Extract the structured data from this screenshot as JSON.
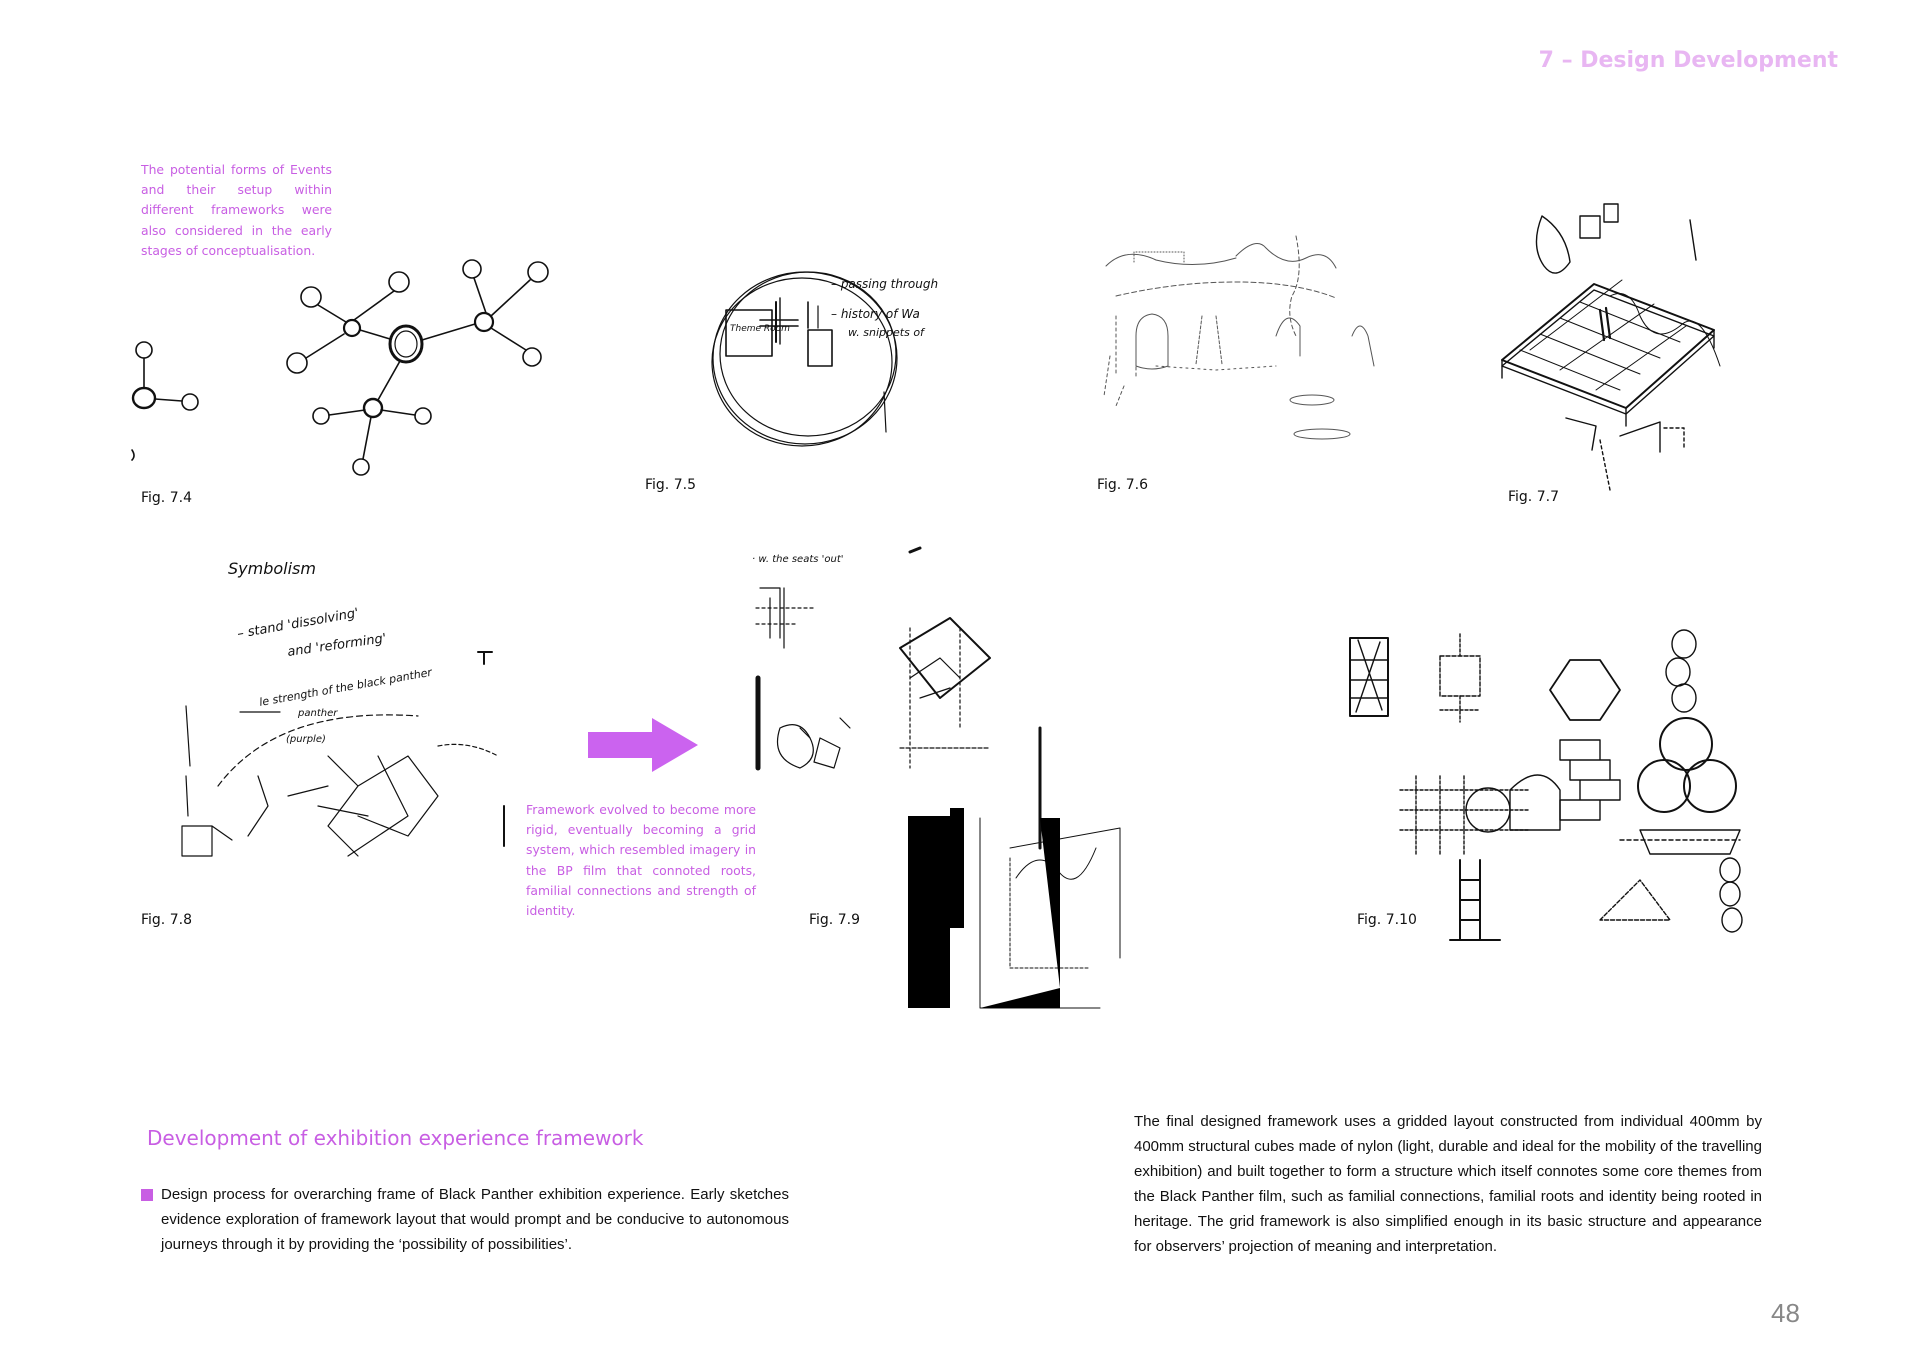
{
  "header": {
    "title": "7 – Design Development"
  },
  "notes": {
    "events": "The potential forms of Events and their setup within different frameworks were also considered in the early stages of conceptualisation.",
    "framework": "Framework evolved to become more rigid, eventually becoming a grid system, which resembled imagery in the BP film that connoted roots, familial connections and strength of identity."
  },
  "figures": {
    "f74": "Fig. 7.4",
    "f75": "Fig. 7.5",
    "f76": "Fig. 7.6",
    "f77": "Fig. 7.7",
    "f78": "Fig. 7.8",
    "f79": "Fig. 7.9",
    "f710": "Fig. 7.10"
  },
  "sketch_text": {
    "fig75": {
      "passing": "– passing through",
      "history": "– history of Wa",
      "snippets": "w. snippets of",
      "theme_room": "Theme Room"
    },
    "fig78": {
      "symbolism": "Symbolism",
      "dissolving": "– stand 'dissolving'",
      "reforming": "and 'reforming'",
      "strength": "le strength of the black panther",
      "panther": "panther",
      "purple": "(purple)"
    },
    "fig79": {
      "seats": "· w. the seats 'out'"
    }
  },
  "section": {
    "heading": "Development of exhibition experience framework",
    "bullet": "Design process for overarching frame of Black Panther exhibition experience. Early sketches evidence exploration of framework layout that would prompt and be conducive to autonomous journeys through it by providing the ‘possibility of possibilities’.",
    "body": "The final designed framework uses a gridded layout constructed from individual 400mm by 400mm structural cubes made of nylon (light, durable and ideal for the mobility of the travelling exhibition) and built together to form a structure which itself connotes some core themes from the Black Panther film, such as familial connections, familial roots and identity being rooted in heritage. The grid framework is also simplified enough in its basic structure and appearance for observers’ projection of meaning and interpretation."
  },
  "page_number": "48",
  "colors": {
    "accent": "#c85ee3",
    "header": "#e8b6f2",
    "page_number": "#888888"
  },
  "icons": {
    "arrow": "right-arrow-icon",
    "bullet": "square-bullet-icon"
  }
}
